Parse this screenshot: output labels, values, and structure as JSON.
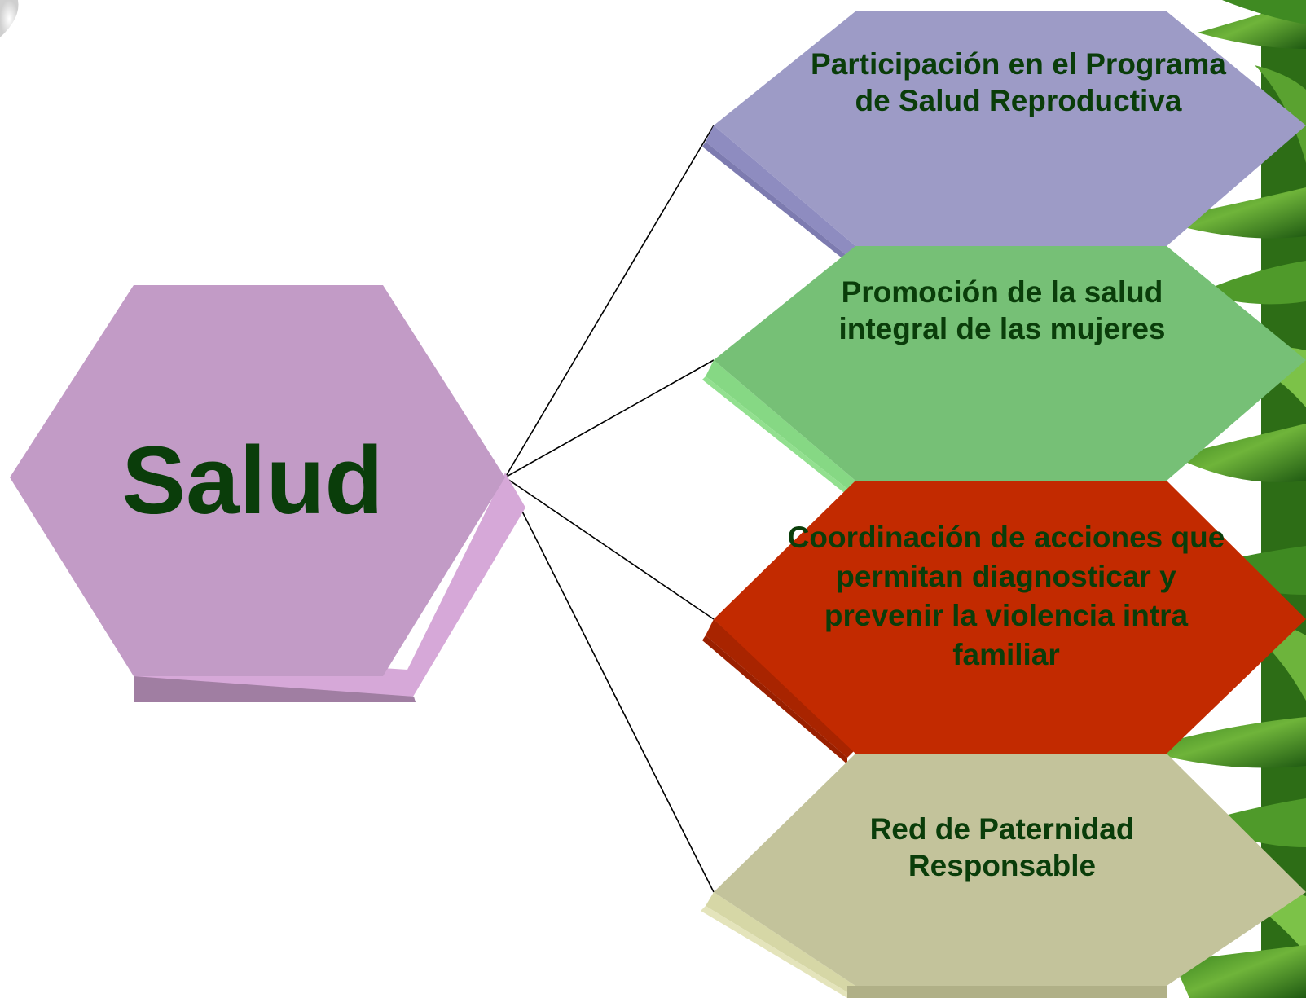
{
  "diagram": {
    "central": {
      "label": "Salud",
      "color": "#c29bc6",
      "text_color": "#0a3d0a"
    },
    "nodes": [
      {
        "label": "Participación en el Programa de Salud Reproductiva",
        "color": "#9d9bc6",
        "text_color": "#0a3d0a"
      },
      {
        "label": "Promoción de la salud integral de las mujeres",
        "color": "#76c076",
        "text_color": "#0a3d0a"
      },
      {
        "label": "Coordinación de acciones que permitan diagnosticar y prevenir la violencia intra familiar",
        "color": "#c22a00",
        "text_color": "#0a3d0a"
      },
      {
        "label": "Red de Paternidad Responsable",
        "color": "#c3c39b",
        "text_color": "#0a3d0a"
      }
    ],
    "background_decoration": "bamboo-leaves"
  }
}
